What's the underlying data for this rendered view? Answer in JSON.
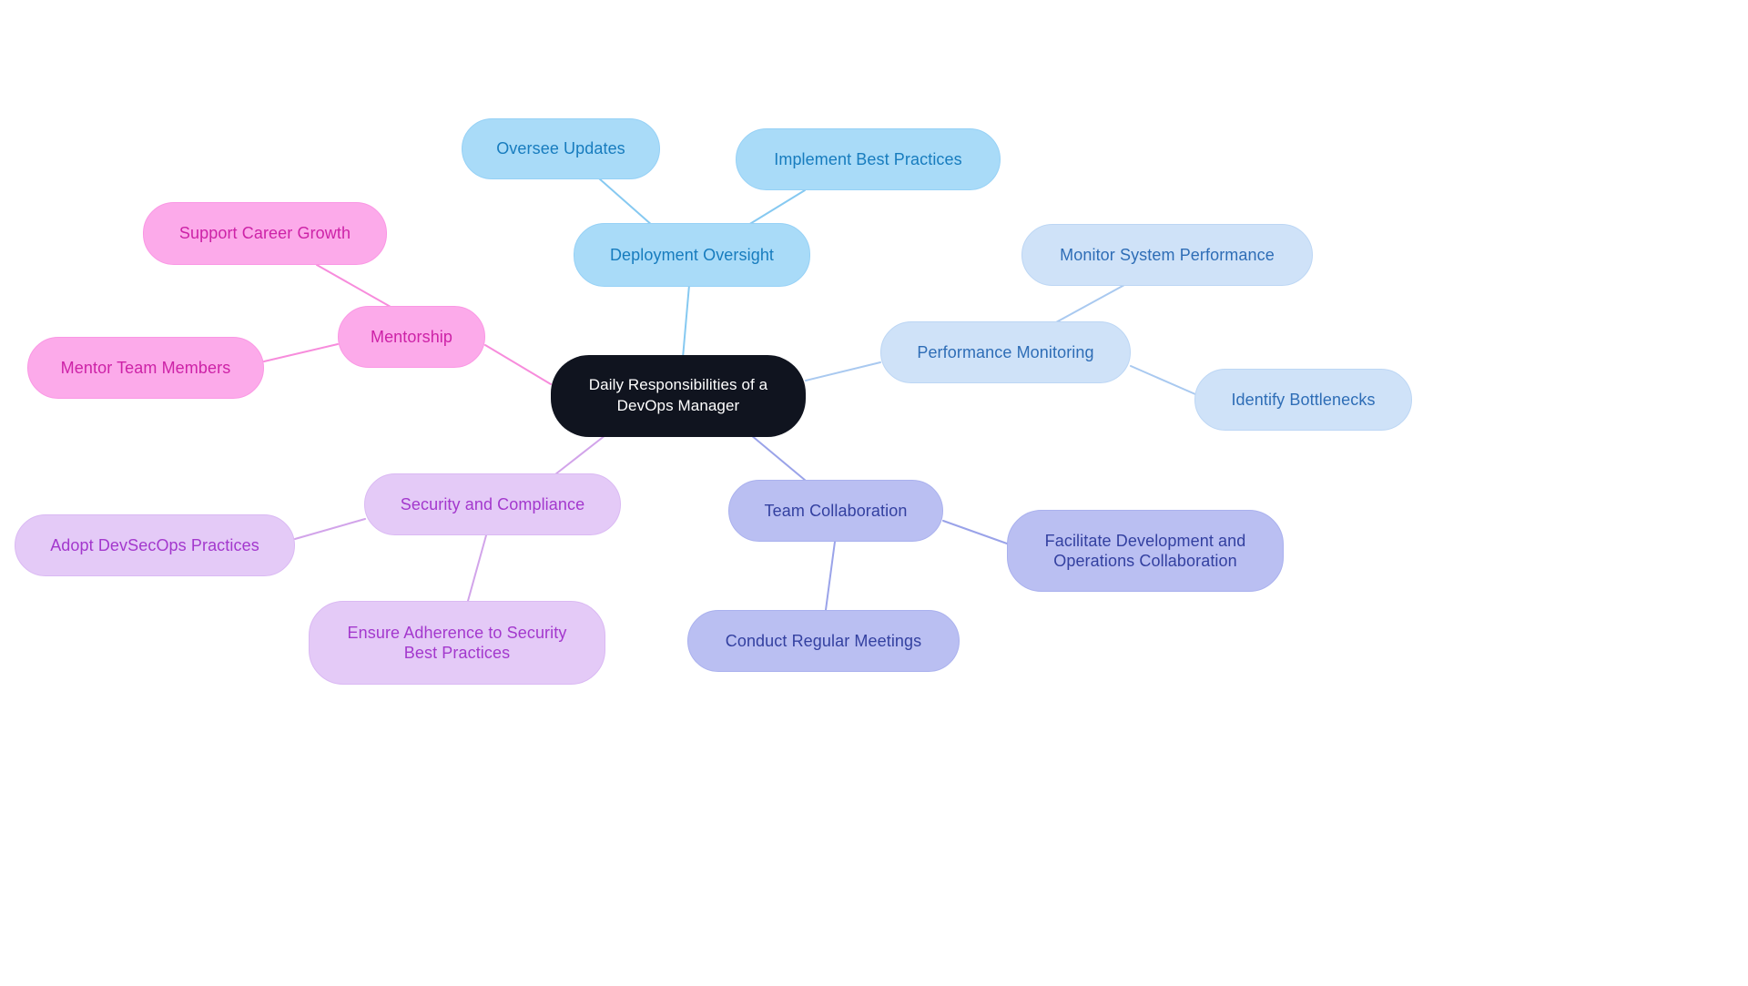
{
  "title": "Daily Responsibilities of a DevOps Manager mind map",
  "mindmap": {
    "center": {
      "label": "Daily Responsibilities of a DevOps Manager",
      "background_color": "#10141f",
      "text_color": "#ffffff"
    },
    "branches": [
      {
        "id": "deployment-oversight",
        "label": "Deployment Oversight",
        "color": "#a9dbf8",
        "text_color": "#177cbe",
        "edge_color": "#86c9f1",
        "children": [
          {
            "label": "Oversee Updates"
          },
          {
            "label": "Implement Best Practices"
          }
        ]
      },
      {
        "id": "performance-monitoring",
        "label": "Performance Monitoring",
        "color": "#cfe2f8",
        "text_color": "#2e6db6",
        "edge_color": "#a9c9f0",
        "children": [
          {
            "label": "Monitor System Performance"
          },
          {
            "label": "Identify Bottlenecks"
          }
        ]
      },
      {
        "id": "team-collaboration",
        "label": "Team Collaboration",
        "color": "#babff2",
        "text_color": "#3340a0",
        "edge_color": "#9aa3e9",
        "children": [
          {
            "label": "Facilitate Development and Operations Collaboration"
          },
          {
            "label": "Conduct Regular Meetings"
          }
        ]
      },
      {
        "id": "security-and-compliance",
        "label": "Security and Compliance",
        "color": "#e4caf7",
        "text_color": "#a338cd",
        "edge_color": "#d2a4ea",
        "children": [
          {
            "label": "Adopt DevSecOps Practices"
          },
          {
            "label": "Ensure Adherence to Security Best Practices"
          }
        ]
      },
      {
        "id": "mentorship",
        "label": "Mentorship",
        "color": "#fcaaea",
        "text_color": "#cd22a7",
        "edge_color": "#f78cdc",
        "children": [
          {
            "label": "Support Career Growth"
          },
          {
            "label": "Mentor Team Members"
          }
        ]
      }
    ]
  }
}
